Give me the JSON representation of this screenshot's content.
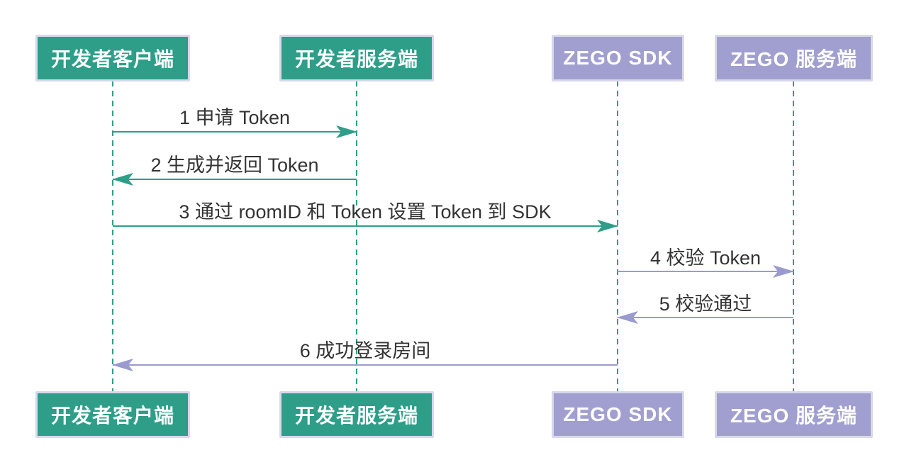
{
  "diagram": {
    "type": "sequence-diagram",
    "actors": [
      {
        "id": "client",
        "label": "开发者客户端",
        "color_role": "teal"
      },
      {
        "id": "server",
        "label": "开发者服务端",
        "color_role": "teal"
      },
      {
        "id": "zego_sdk",
        "label": "ZEGO SDK",
        "color_role": "purple"
      },
      {
        "id": "zego_server",
        "label": "ZEGO 服务端",
        "color_role": "purple"
      }
    ],
    "messages": [
      {
        "seq": 1,
        "label": "1 申请 Token",
        "from": "client",
        "to": "server",
        "color_role": "teal"
      },
      {
        "seq": 2,
        "label": "2 生成并返回 Token",
        "from": "server",
        "to": "client",
        "color_role": "teal"
      },
      {
        "seq": 3,
        "label": "3 通过 roomID 和 Token 设置 Token 到 SDK",
        "from": "client",
        "to": "zego_sdk",
        "color_role": "teal"
      },
      {
        "seq": 4,
        "label": "4 校验 Token",
        "from": "zego_sdk",
        "to": "zego_server",
        "color_role": "purple"
      },
      {
        "seq": 5,
        "label": "5 校验通过",
        "from": "zego_server",
        "to": "zego_sdk",
        "color_role": "purple"
      },
      {
        "seq": 6,
        "label": "6 成功登录房间",
        "from": "zego_sdk",
        "to": "client",
        "color_role": "purple"
      }
    ],
    "colors": {
      "teal": "#2E9E88",
      "purple": "#9B9AD0",
      "purple_box": "#A09FD0",
      "actor_border": "#D7D8EC",
      "actor_text": "#FFFFFF",
      "message_text": "#333333",
      "background": "#FFFFFF"
    }
  }
}
